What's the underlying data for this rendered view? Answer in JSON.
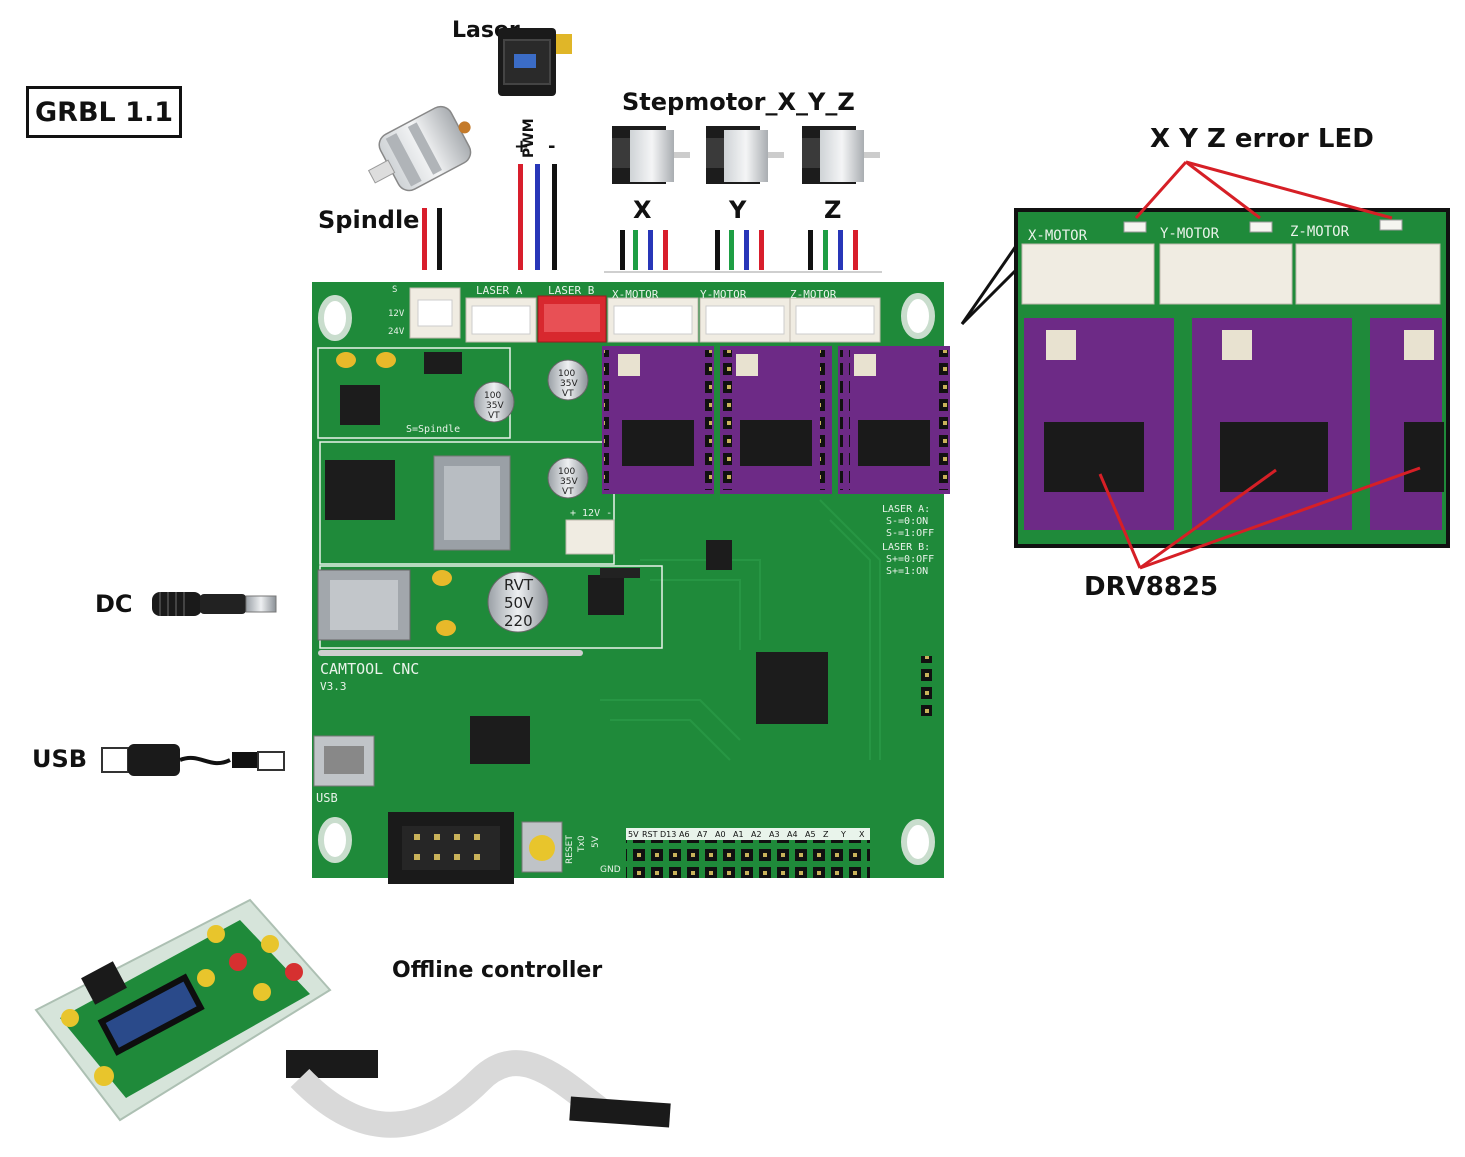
{
  "header": {
    "firmware_label": "GRBL 1.1"
  },
  "peripherals": {
    "laser_label": "Laser",
    "spindle_label": "Spindle",
    "laser_wire_labels": [
      "+",
      "PWM",
      "-"
    ],
    "stepmotor_title": "Stepmotor_X_Y_Z",
    "motor_axes": [
      "X",
      "Y",
      "Z"
    ],
    "dc_label": "DC",
    "usb_label": "USB",
    "offline_controller_label": "Offline controller"
  },
  "zoom_panel": {
    "error_led_label": "X Y Z error LED",
    "driver_label": "DRV8825",
    "connector_labels": [
      "X-MOTOR",
      "Y-MOTOR",
      "Z-MOTOR"
    ]
  },
  "board": {
    "brand": "CAMTOOL CNC",
    "version": "V3.3",
    "usb_silk": "USB",
    "connectors": {
      "spindle": "S",
      "laser_a": "LASER A",
      "laser_b": "LASER B",
      "x_motor": "X-MOTOR",
      "y_motor": "Y-MOTOR",
      "z_motor": "Z-MOTOR"
    },
    "jumper_labels": [
      "12V",
      "24V"
    ],
    "spindle_silk": "S=Spindle",
    "power_header": "+ 12V -",
    "laser_notes": [
      "LASER A:",
      "S-=0:ON",
      "S-=1:OFF",
      "LASER B:",
      "S+=0:OFF",
      "S+=1:ON"
    ],
    "caps": {
      "c1": [
        "100",
        "35V",
        "VT"
      ],
      "c2": [
        "100",
        "35V",
        "VT"
      ],
      "c3": [
        "100",
        "35V",
        "VT"
      ],
      "c10": [
        "220",
        "50V",
        "RVT"
      ]
    },
    "bottom_header_labels": [
      "5V",
      "RST",
      "D13",
      "A6",
      "A7",
      "A0",
      "A1",
      "A2",
      "A3",
      "A4",
      "A5",
      "Z",
      "Y",
      "X"
    ],
    "side_labels": [
      "RESET",
      "Tx0",
      "5V",
      "GND"
    ]
  },
  "colors": {
    "pcb": "#1f8a3a",
    "pcb_dark": "#176d2d",
    "driver_purple": "#6d2a86",
    "wire_red": "#d81e2c",
    "wire_blue": "#2836b8",
    "wire_green": "#1e9e44",
    "wire_black": "#111111",
    "callout_red": "#d61f26"
  }
}
